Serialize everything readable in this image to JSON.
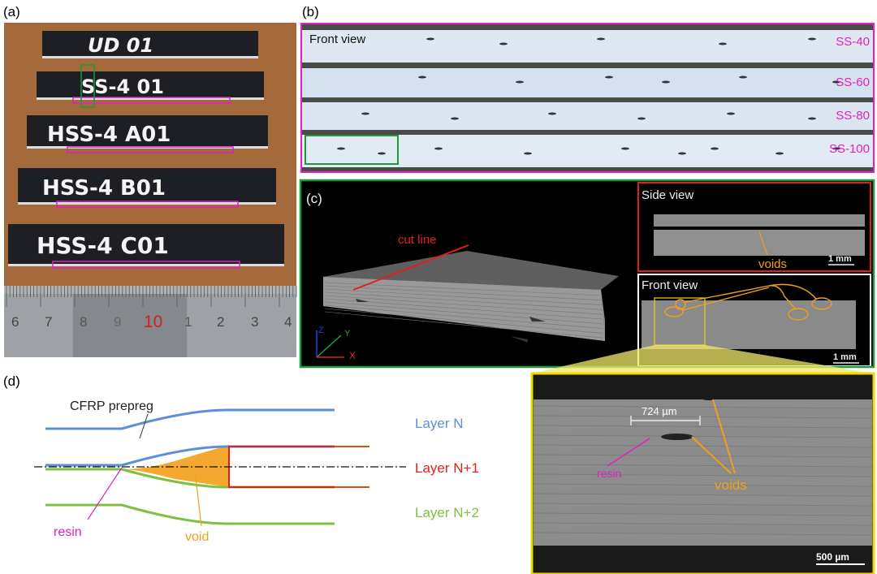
{
  "panels": {
    "a": {
      "label": "(a)",
      "specimens": [
        "UD  01",
        "SS-4  01",
        "HSS-4 A01",
        "HSS-4  B01",
        "HSS-4   C01"
      ],
      "ruler_numbers": [
        "6",
        "7",
        "8",
        "9",
        "10",
        "1",
        "2",
        "3",
        "4"
      ]
    },
    "b": {
      "label": "(b)",
      "view_label": "Front view",
      "strips": [
        "SS-40",
        "SS-60",
        "SS-80",
        "SS-100"
      ]
    },
    "c": {
      "label": "(c)",
      "cut_line": "cut line",
      "axes": [
        "Z",
        "Y",
        "X"
      ],
      "side_view": {
        "title": "Side view",
        "annotation": "voids",
        "scale": "1 mm"
      },
      "front_view": {
        "title": "Front view",
        "scale": "1 mm"
      },
      "zoom": {
        "dimension": "724 µm",
        "resin": "resin",
        "voids": "voids",
        "scale": "500 µm"
      }
    },
    "d": {
      "label": "(d)",
      "prepreg": "CFRP prepreg",
      "layers": [
        "Layer N",
        "Layer N+1",
        "Layer N+2"
      ],
      "resin": "resin",
      "void": "void"
    }
  },
  "colors": {
    "magenta": "#e020c0",
    "green": "#1a9a3a",
    "red": "#e02020",
    "yellow": "#f0d800",
    "orange": "#f0a020",
    "blue": "#5b8fd8",
    "lime": "#80c040"
  }
}
